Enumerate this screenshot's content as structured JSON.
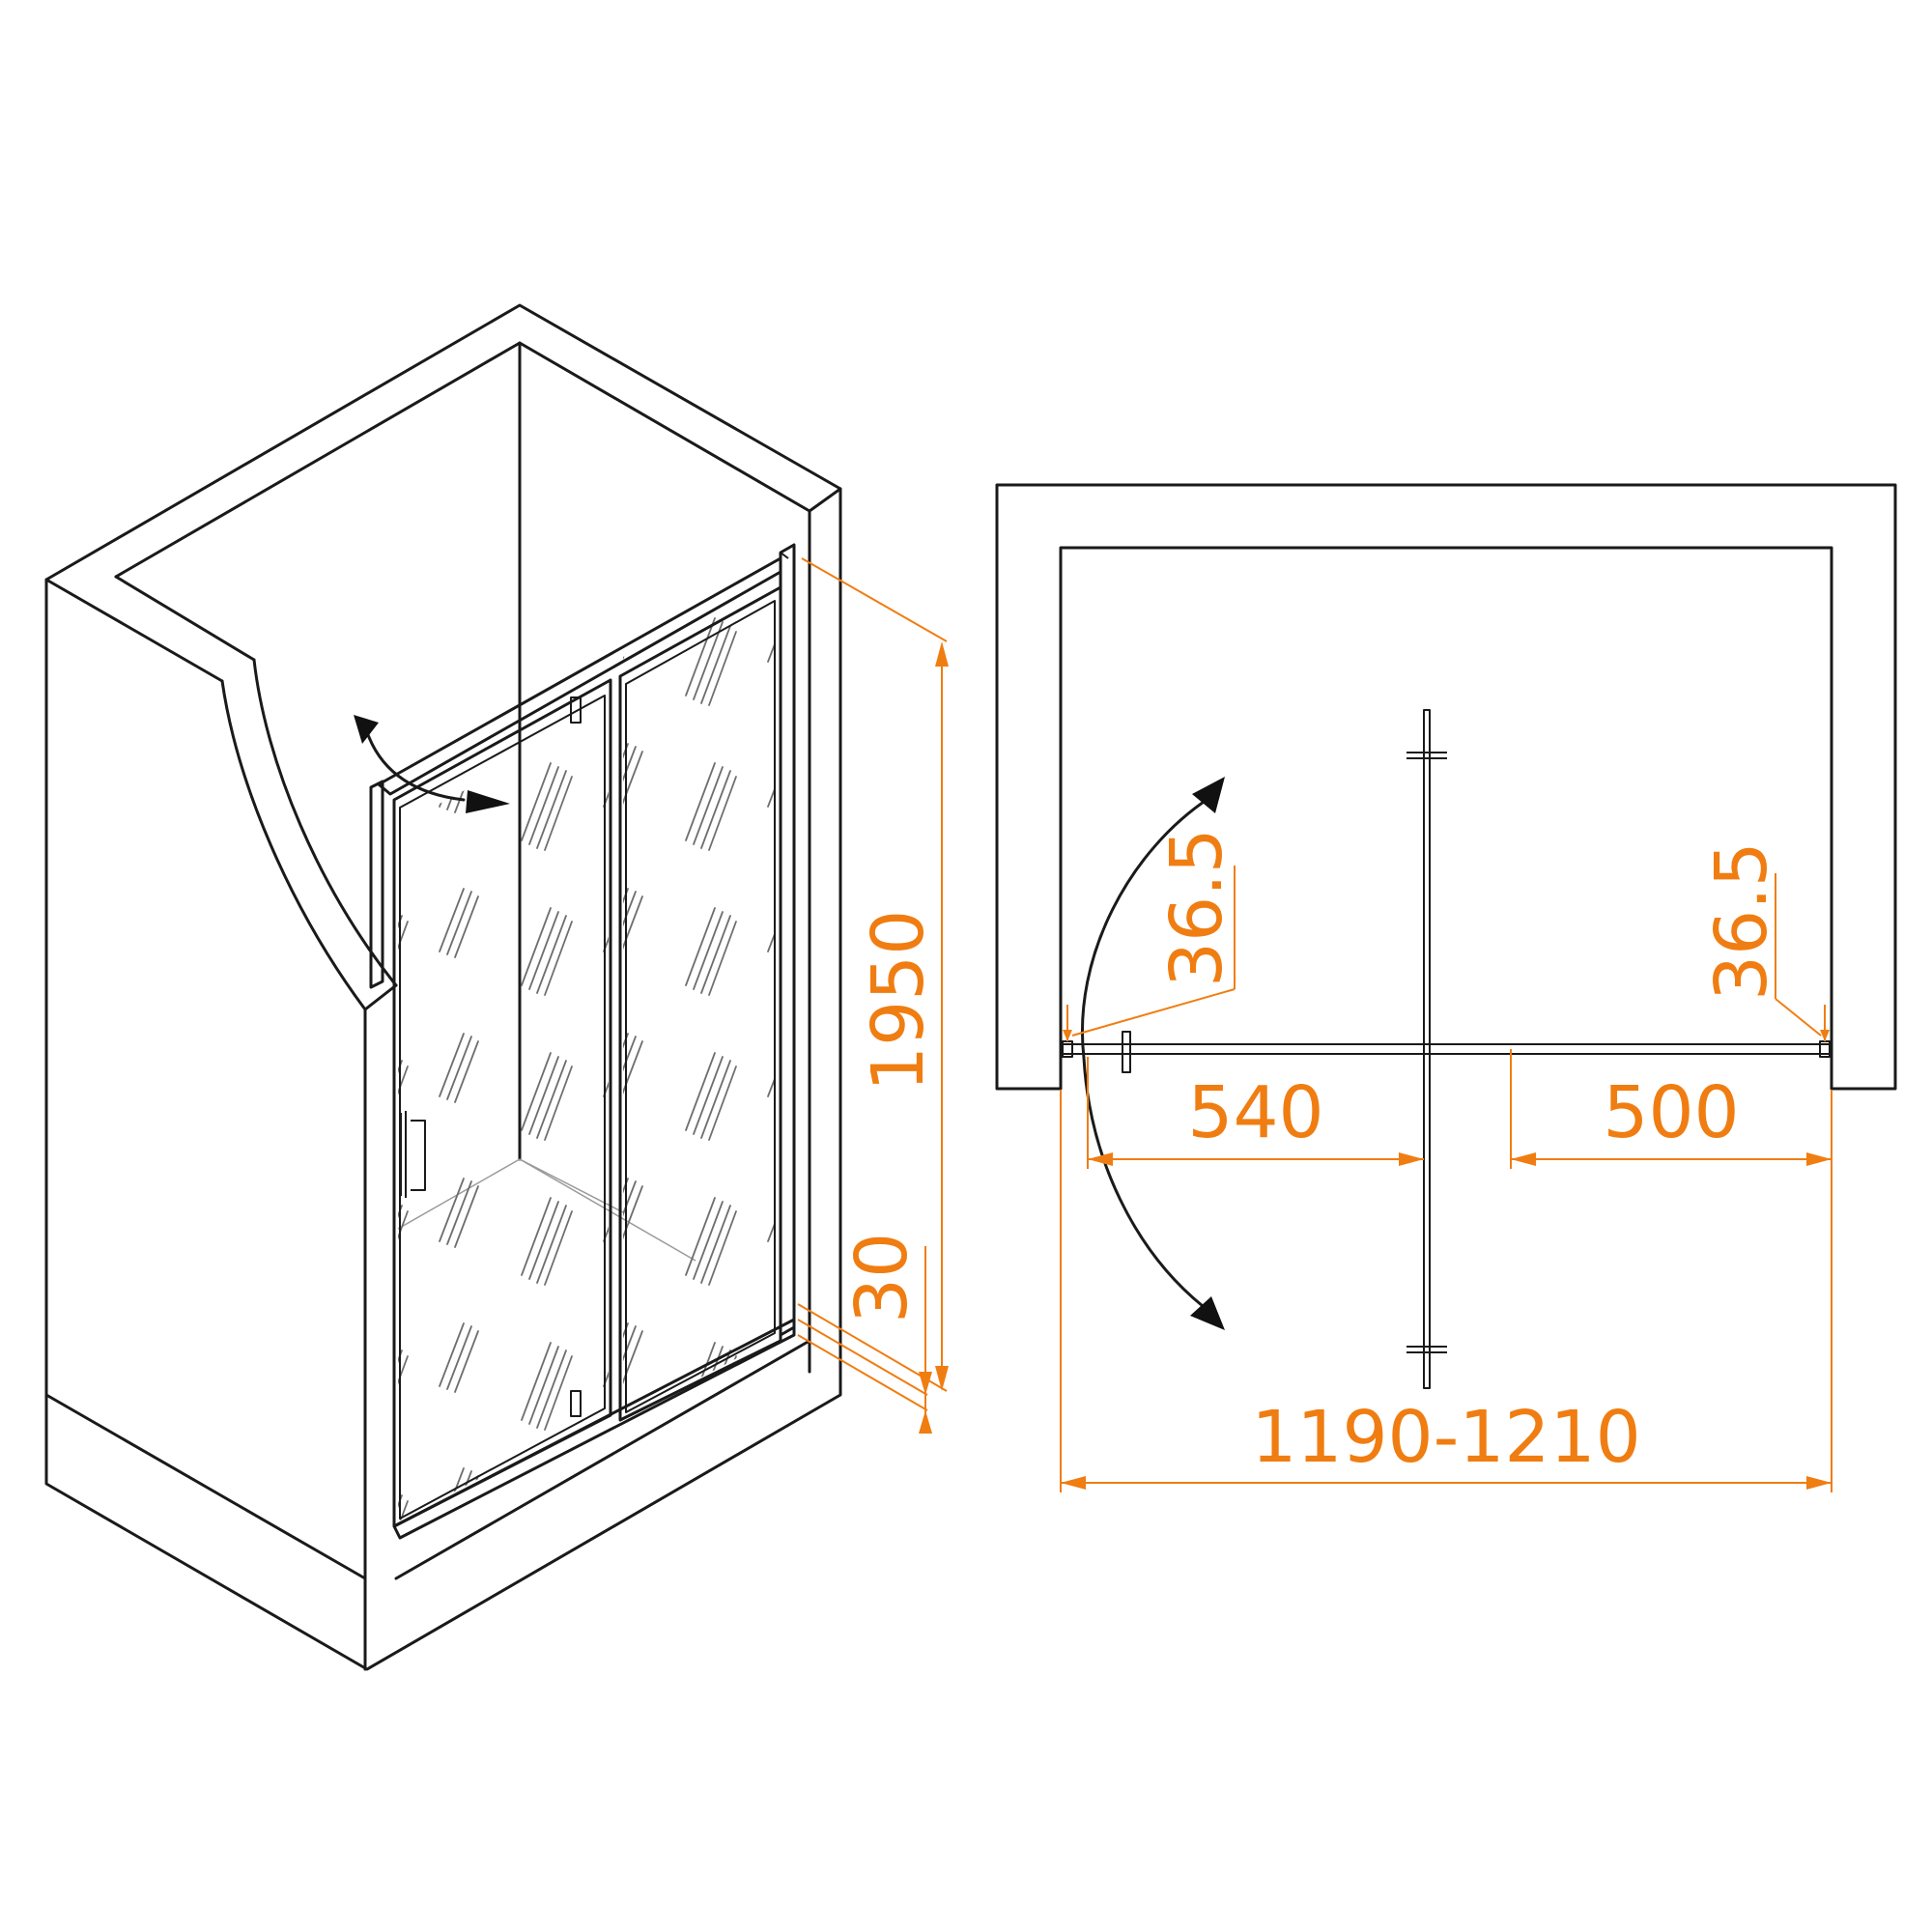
{
  "diagram": {
    "colors": {
      "line": "#1a1a1a",
      "dimension": "#f07d11",
      "glass_pattern": "#6e6e6e",
      "background": "#ffffff"
    },
    "isometric_view": {
      "dimensions": {
        "height": "1950",
        "tray_height": "30"
      }
    },
    "plan_view": {
      "dimensions": {
        "profile_left": "36.5",
        "profile_right": "36.5",
        "door_opening": "540",
        "fixed_panel": "500",
        "total_width": "1190-1210"
      }
    }
  }
}
